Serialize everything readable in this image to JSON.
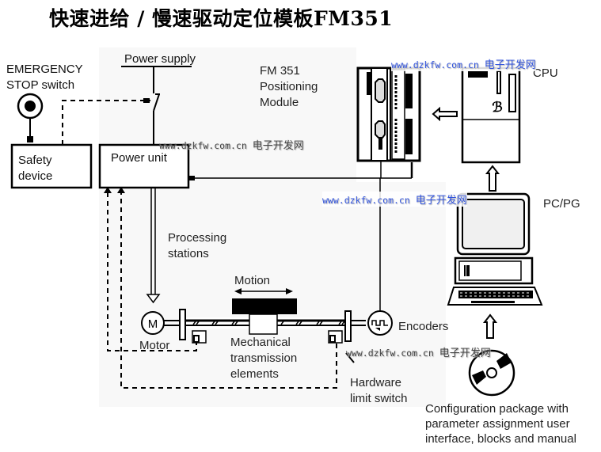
{
  "title": "快速进给 / 慢速驱动定位模板FM351",
  "labels": {
    "emergency_stop": [
      "EMERGENCY",
      "STOP switch"
    ],
    "power_supply": "Power supply",
    "safety_device": [
      "Safety",
      "device"
    ],
    "power_unit": "Power unit",
    "fm351": [
      "FM 351",
      "Positioning",
      "Module"
    ],
    "cpu": "CPU",
    "pc_pg": "PC/PG",
    "processing_stations": [
      "Processing",
      "stations"
    ],
    "motion": "Motion",
    "motor": "Motor",
    "mechanical": [
      "Mechanical",
      "transmission",
      "elements"
    ],
    "encoders": "Encoders",
    "hardware_limit": [
      "Hardware",
      "limit switch"
    ],
    "config_package": [
      "Configuration package with",
      "parameter assignment user",
      "interface, blocks and manual"
    ]
  },
  "watermark": {
    "url": "www.dzkfw.com.cn",
    "site": "电子开发网"
  },
  "colors": {
    "watermark": "#3355dd",
    "line": "#000000",
    "panel_bg": "#f8f8f8"
  }
}
